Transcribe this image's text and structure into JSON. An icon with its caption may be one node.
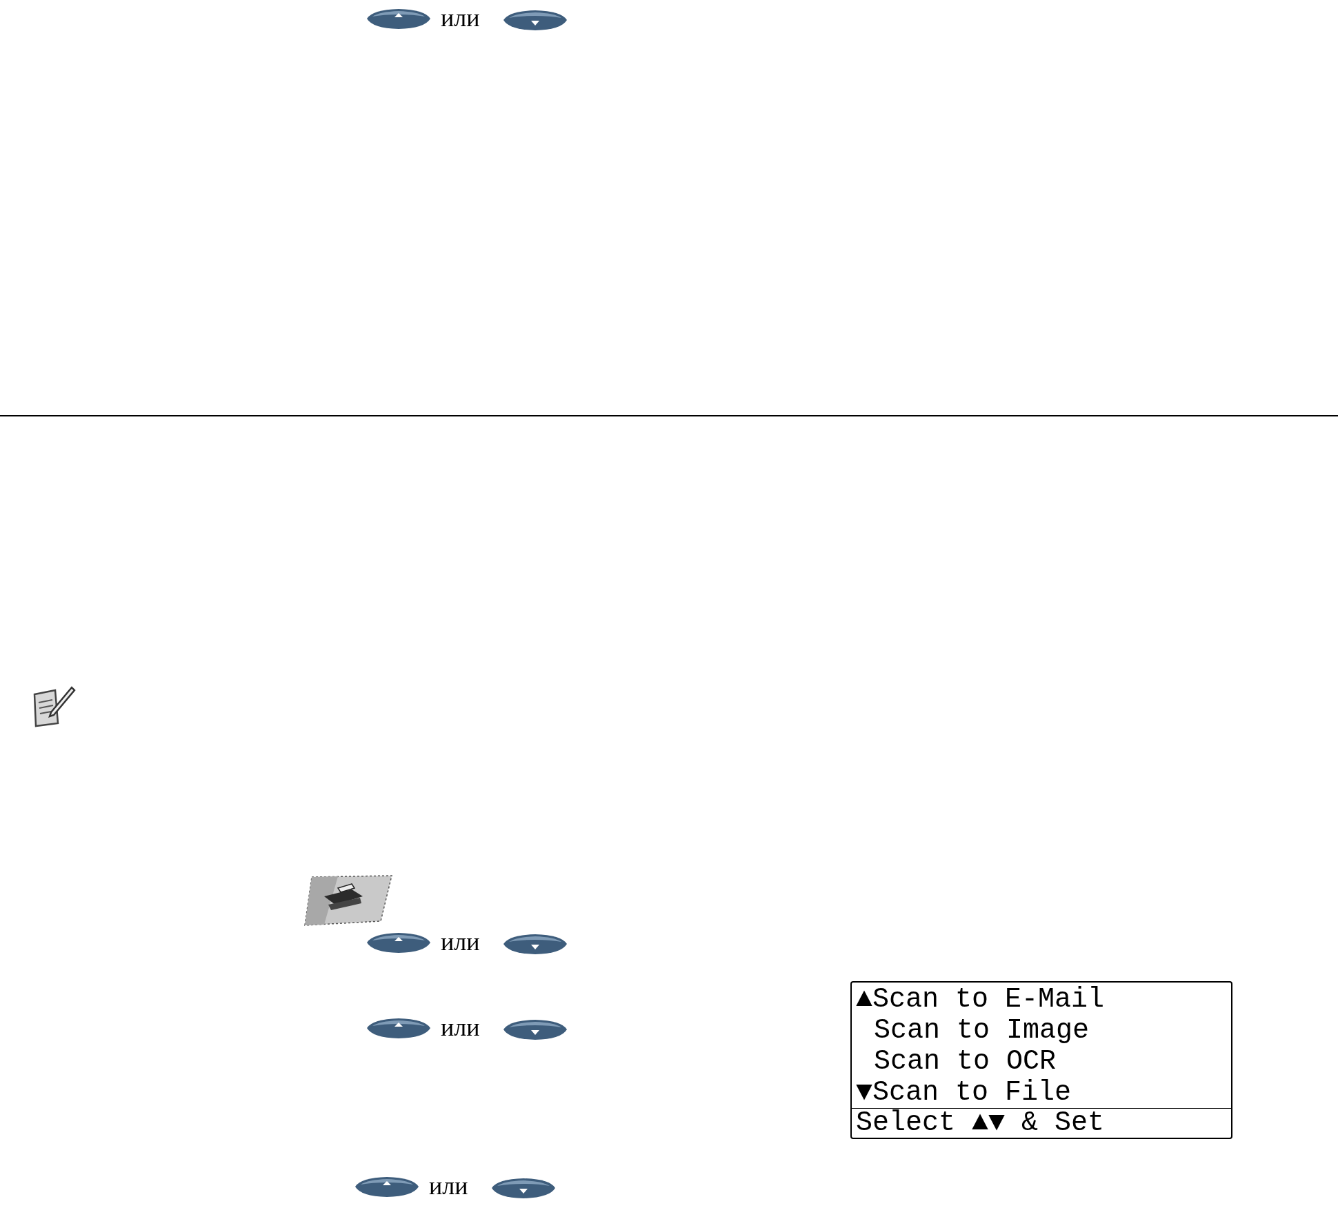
{
  "diagram": {
    "nodes": [
      {
        "text": [
          "▲Scan to E-Mail",
          "Scan to Image",
          "Scan to OCR",
          "▼Scan to File",
          "Select ▲▼ & Set"
        ]
      }
    ],
    "labels": [
      "или",
      "или",
      "или",
      "или"
    ]
  }
}
